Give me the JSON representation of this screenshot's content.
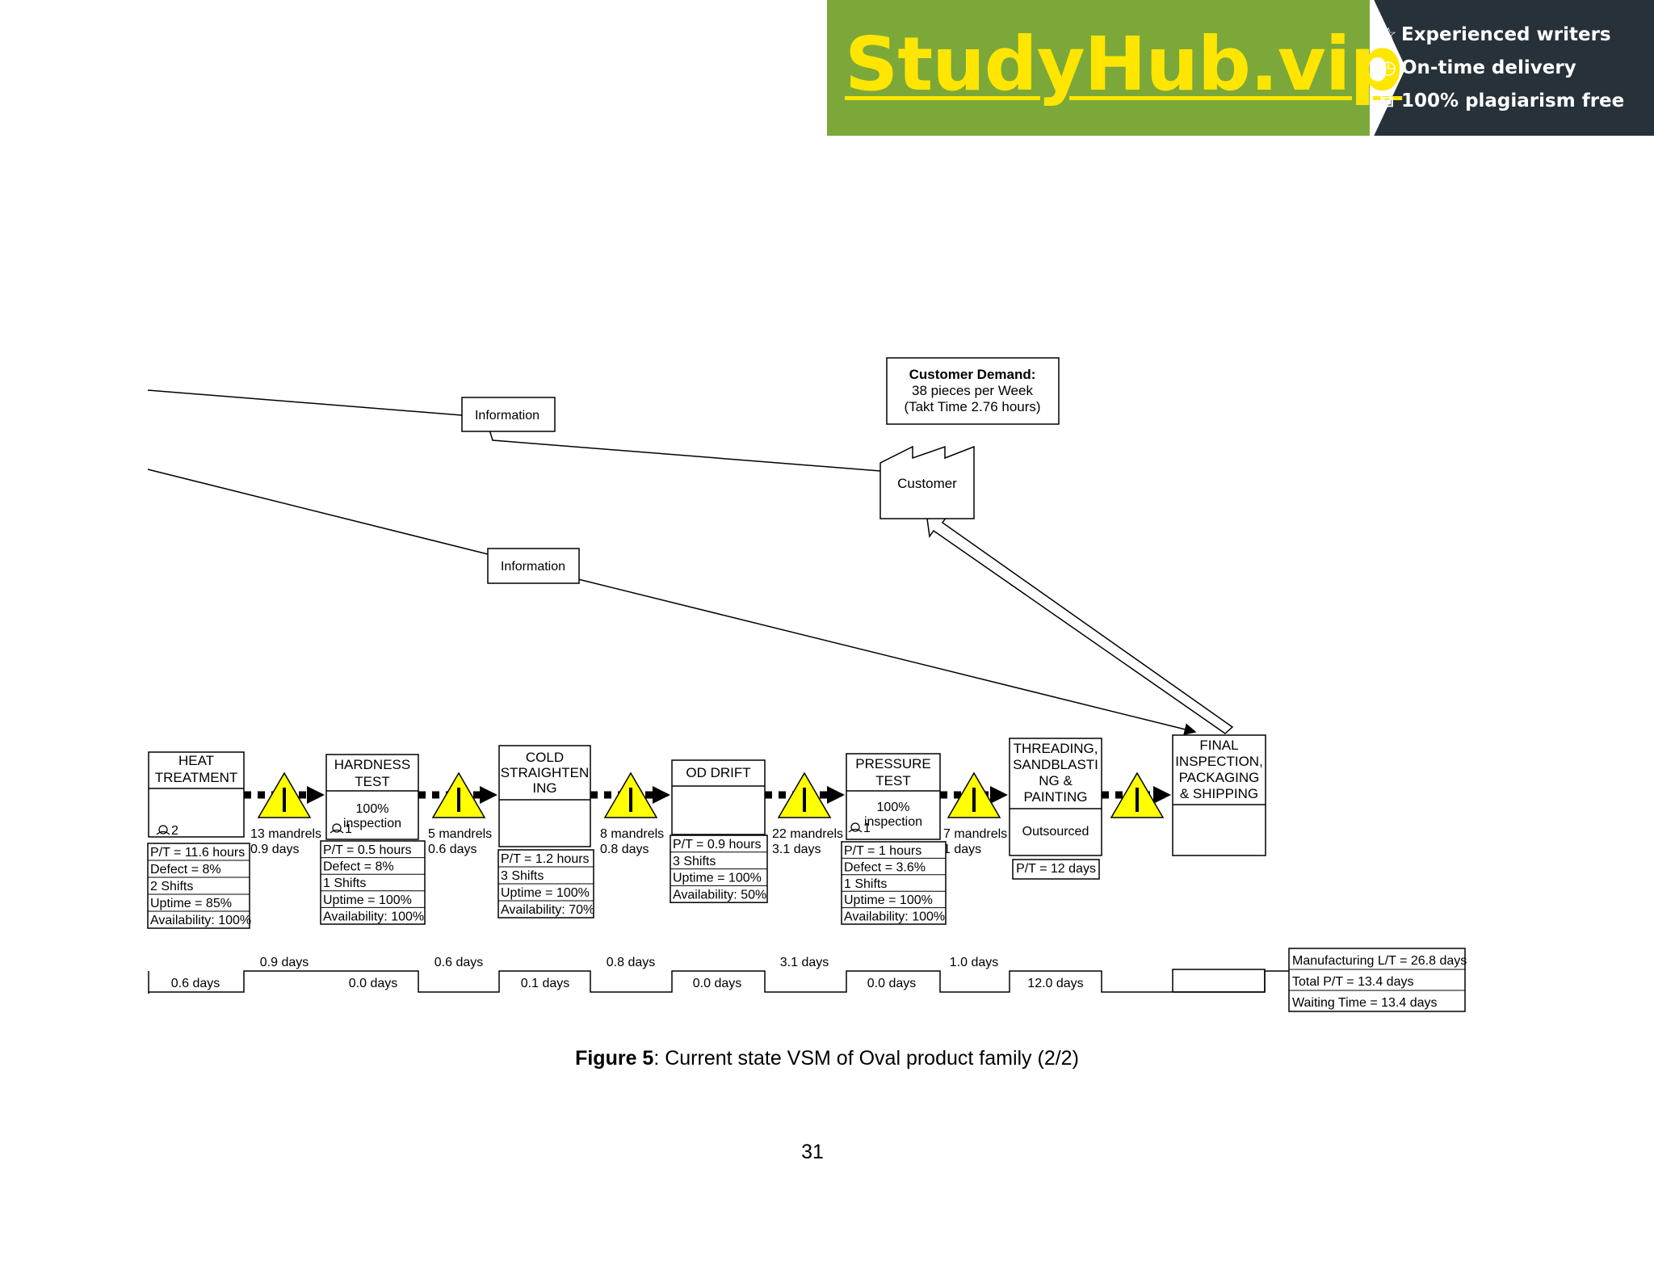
{
  "banner": {
    "brand": "StudyHub.vip",
    "features": [
      {
        "icon": "star-icon",
        "glyph": "☆",
        "label": "Experienced writers"
      },
      {
        "icon": "clock-icon",
        "glyph": "◷",
        "label": "On-time delivery"
      },
      {
        "icon": "copy-icon",
        "glyph": "⧉",
        "label": "100% plagiarism free"
      }
    ],
    "colors": {
      "green": "#7ca83a",
      "dark": "#27313a",
      "yellow": "#ffe600"
    }
  },
  "vsm": {
    "customer_demand": {
      "title": "Customer Demand:",
      "line1": "38 pieces per Week",
      "line2": "(Takt Time 2.76 hours)"
    },
    "customer": "Customer",
    "information_labels": [
      "Information",
      "Information"
    ],
    "processes": [
      {
        "name_lines": [
          "HEAT",
          "TREATMENT"
        ],
        "operators": "2",
        "note_lines": [],
        "data": [
          "P/T = 11.6 hours",
          "Defect = 8%",
          "2 Shifts",
          "Uptime = 85%",
          "Availability: 100%"
        ]
      },
      {
        "name_lines": [
          "HARDNESS",
          "TEST"
        ],
        "operators": "1",
        "note_lines": [
          "100%",
          "inspection"
        ],
        "data": [
          "P/T = 0.5 hours",
          "Defect = 8%",
          "1 Shifts",
          "Uptime = 100%",
          "Availability: 100%"
        ]
      },
      {
        "name_lines": [
          "COLD",
          "STRAIGHTEN",
          "ING"
        ],
        "operators": "",
        "note_lines": [],
        "data": [
          "P/T = 1.2 hours",
          "3 Shifts",
          "Uptime = 100%",
          "Availability: 70%"
        ]
      },
      {
        "name_lines": [
          "OD DRIFT"
        ],
        "operators": "",
        "note_lines": [],
        "data": [
          "P/T = 0.9 hours",
          "3 Shifts",
          "Uptime = 100%",
          "Availability: 50%"
        ]
      },
      {
        "name_lines": [
          "PRESSURE",
          "TEST"
        ],
        "operators": "1",
        "note_lines": [
          "100%",
          "inspection"
        ],
        "data": [
          "P/T = 1 hours",
          "Defect = 3.6%",
          "1 Shifts",
          "Uptime = 100%",
          "Availability: 100%"
        ]
      },
      {
        "name_lines": [
          "THREADING,",
          "SANDBLASTI",
          "NG &",
          "PAINTING"
        ],
        "operators": "",
        "note_lines": [
          "Outsourced"
        ],
        "data": [
          "P/T = 12 days"
        ]
      },
      {
        "name_lines": [
          "FINAL",
          "INSPECTION,",
          "PACKAGING",
          "& SHIPPING"
        ],
        "operators": "",
        "note_lines": [],
        "data": []
      }
    ],
    "inventories": [
      {
        "qty": "13 mandrels",
        "time": "0.9 days"
      },
      {
        "qty": "5 mandrels",
        "time": "0.6 days"
      },
      {
        "qty": "8 mandrels",
        "time": "0.8 days"
      },
      {
        "qty": "22 mandrels",
        "time": "3.1 days"
      },
      {
        "qty": "7 mandrels",
        "time": "1 days"
      },
      {
        "qty": "",
        "time": ""
      }
    ],
    "timeline": {
      "process_times": [
        "0.6 days",
        "0.0 days",
        "0.1 days",
        "0.0 days",
        "0.0 days",
        "12.0 days"
      ],
      "wait_times": [
        "0.9 days",
        "0.6 days",
        "0.8 days",
        "3.1 days",
        "1.0 days"
      ]
    },
    "summary": [
      "Manufacturing L/T = 26.8 days",
      "Total P/T = 13.4 days",
      "Waiting Time = 13.4 days"
    ],
    "colors": {
      "triangle": "#ffff00"
    }
  },
  "caption": {
    "label": "Figure 5",
    "text": ": Current state VSM of Oval product family (2/2)"
  },
  "page_number": "31"
}
